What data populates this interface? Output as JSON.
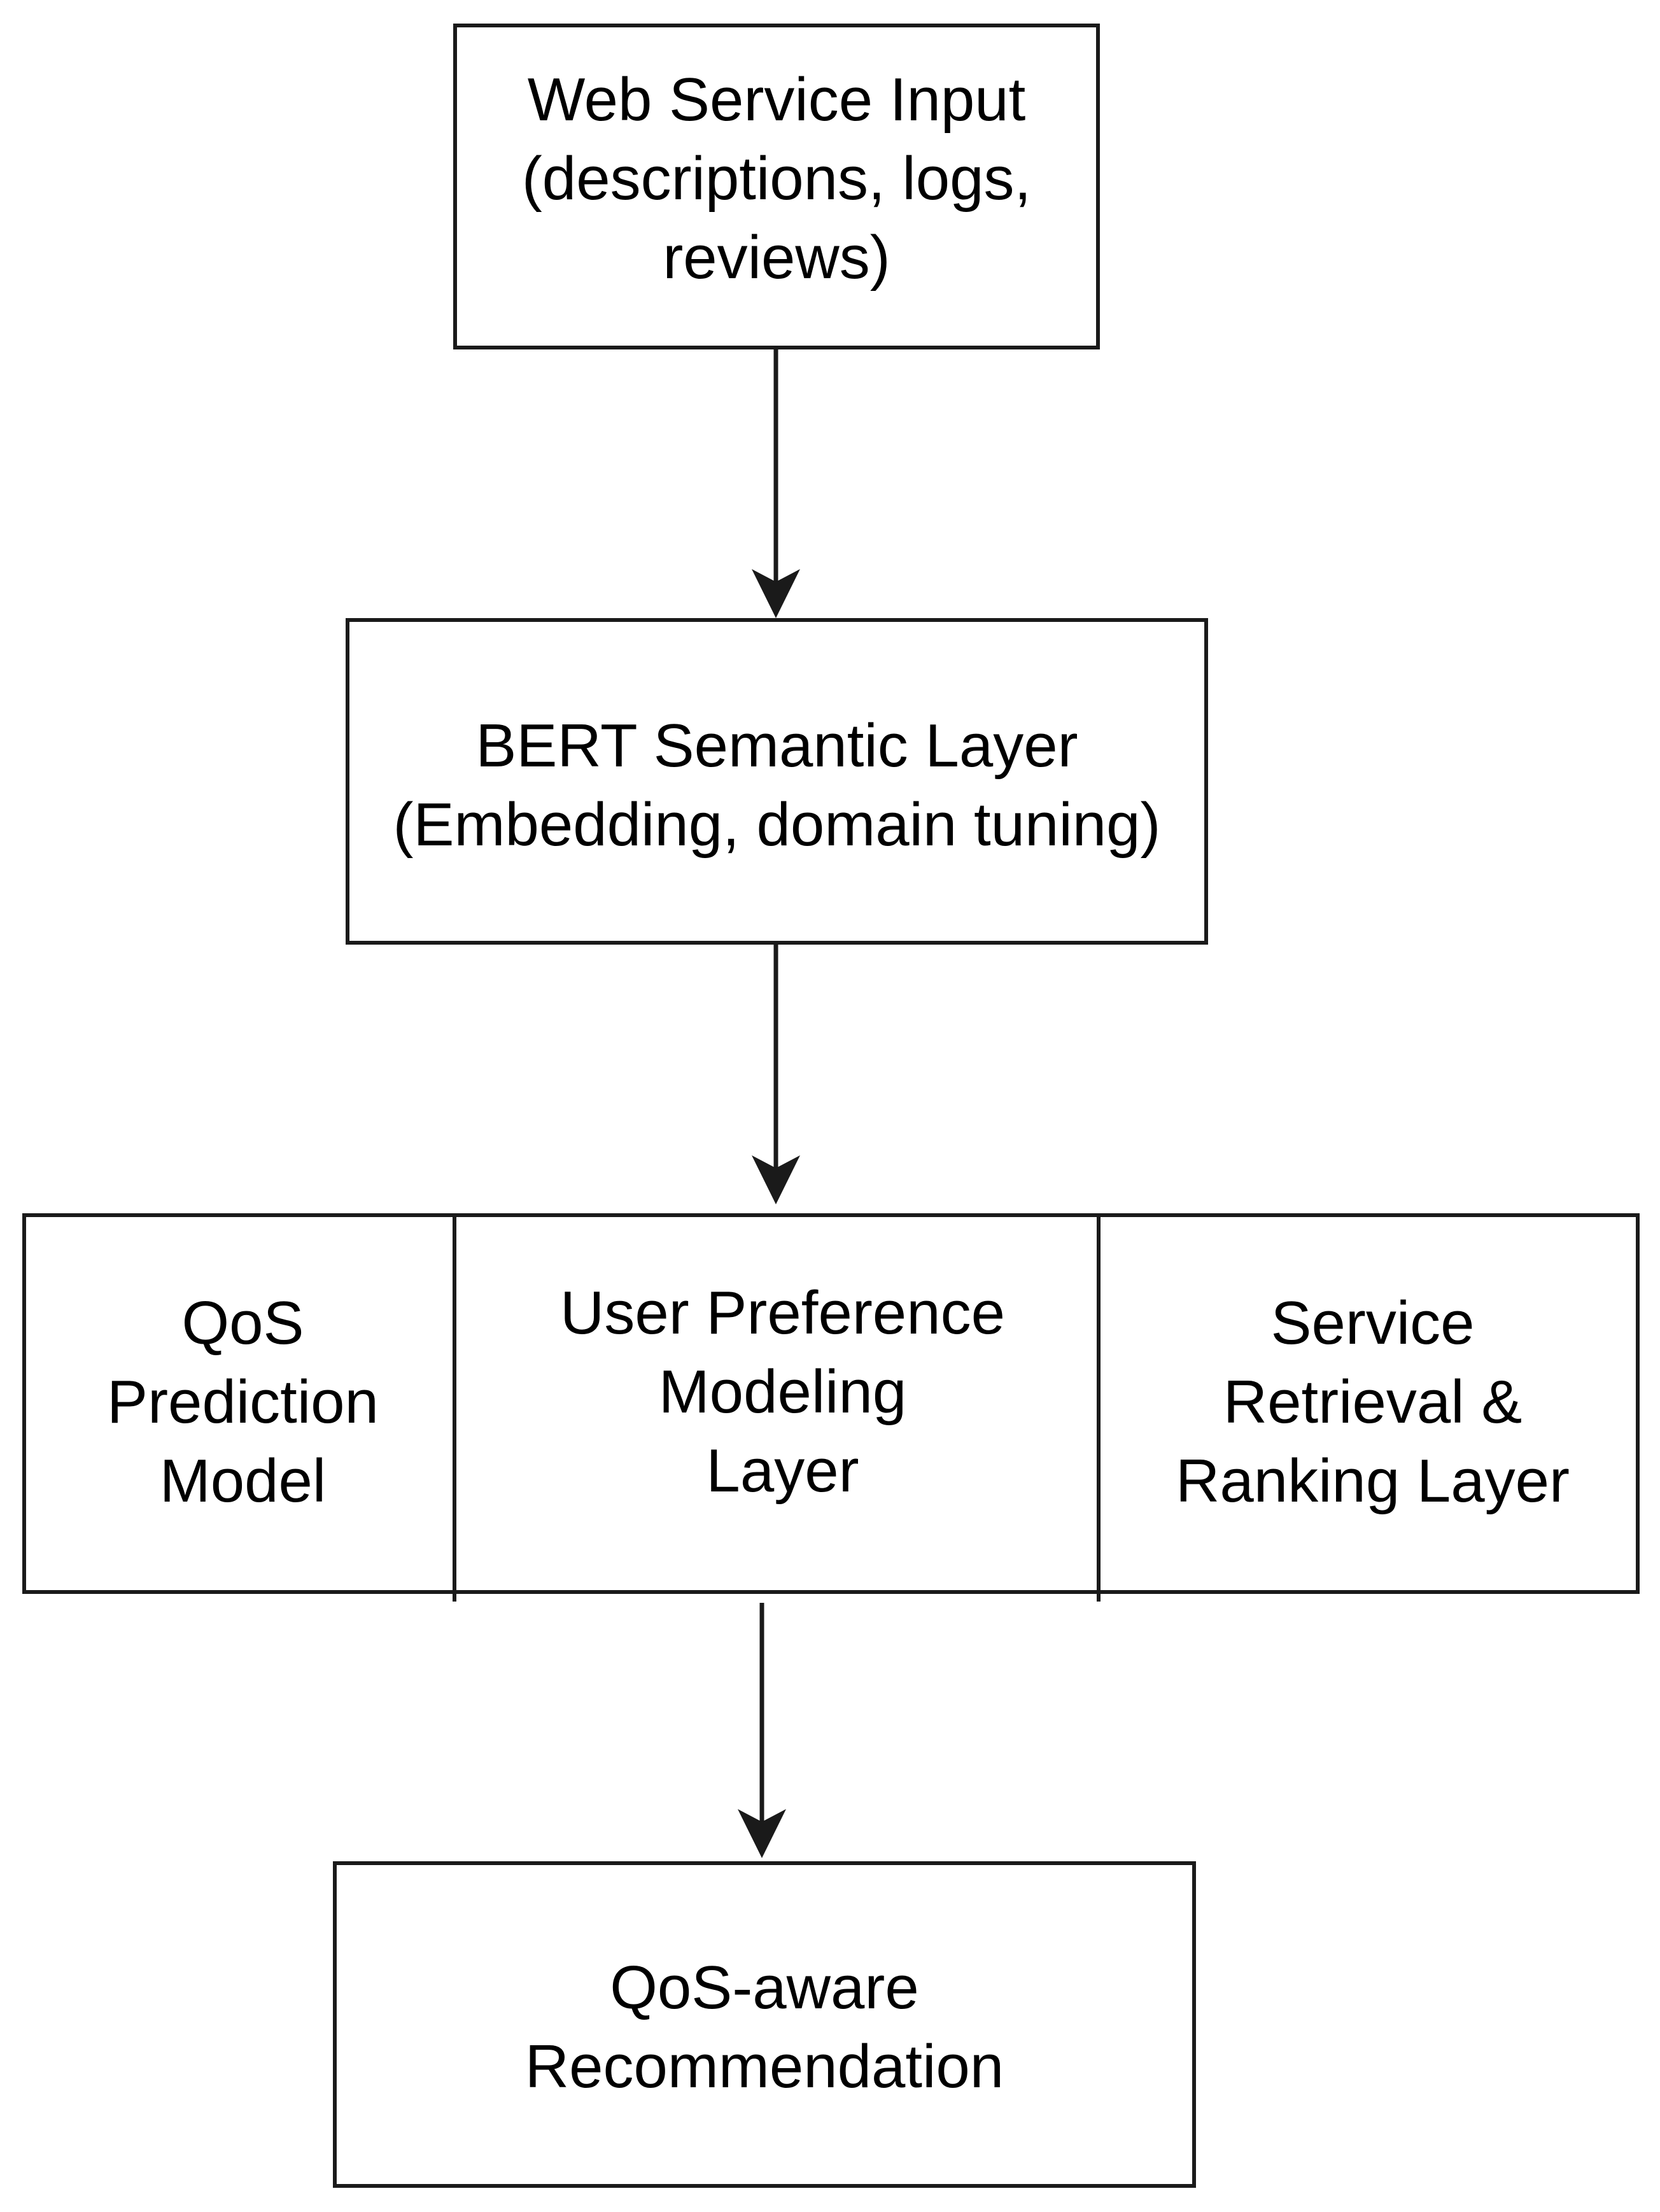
{
  "diagram": {
    "nodes": {
      "input": {
        "label": "Web Service Input\n(descriptions, logs,\nreviews)"
      },
      "bert": {
        "label": "BERT Semantic Layer\n(Embedding, domain tuning)"
      },
      "qos_model": {
        "label": "QoS\nPrediction\nModel"
      },
      "user_pref": {
        "label": "User Preference\nModeling\nLayer"
      },
      "retrieval": {
        "label": "Service\nRetrieval &\nRanking Layer"
      },
      "output": {
        "label": "QoS-aware\nRecommendation"
      }
    },
    "edges": [
      {
        "from": "input",
        "to": "bert"
      },
      {
        "from": "bert",
        "to": "modules-row"
      },
      {
        "from": "modules-row",
        "to": "output"
      }
    ],
    "colors": {
      "stroke": "#1a1a1a",
      "background": "#ffffff",
      "text": "#000000"
    }
  }
}
